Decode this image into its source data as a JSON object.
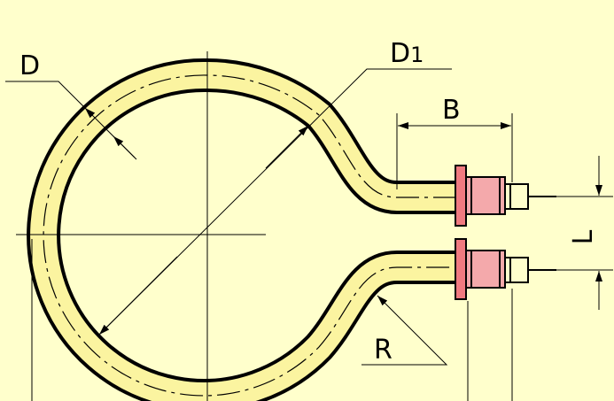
{
  "labels": {
    "d": "D",
    "d1_letter": "D",
    "d1_sub": "1",
    "b": "B",
    "l": "L",
    "r": "R"
  },
  "colors": {
    "background": "#ffffcc",
    "tube_fill": "#fbf4a0",
    "tube_outline": "#000000",
    "fitting_fill": "#f4a9ab",
    "flange_fill": "#f07a80",
    "dimension_line": "#000000"
  }
}
